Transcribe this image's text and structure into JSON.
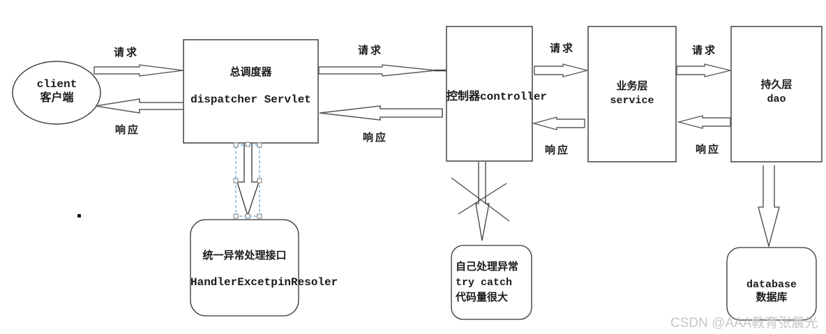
{
  "diagram": {
    "nodes": {
      "client": {
        "line1": "client",
        "line2": "客户端"
      },
      "dispatcher": {
        "line1": "总调度器",
        "line2": "dispatcher Servlet"
      },
      "controller": {
        "label": "控制器controller"
      },
      "service": {
        "line1": "业务层",
        "line2": "service"
      },
      "dao": {
        "line1": "持久层",
        "line2": "dao"
      },
      "exception_resolver": {
        "line1": "统一异常处理接口",
        "line2": "HandlerExcetpinResoler"
      },
      "self_handle": {
        "line1": "自己处理异常",
        "line2": "try catch",
        "line3": "代码量很大"
      },
      "database": {
        "line1": "database",
        "line2": "数据库"
      }
    },
    "edge_labels": {
      "request": "请求",
      "response": "响应"
    },
    "watermark": "CSDN @AAA教育张晨光",
    "colors": {
      "shape_line": "#404040",
      "arrow_line": "#595959",
      "selection_blue": "#55a3e0",
      "watermark_gray": "#b9b9b9"
    }
  }
}
